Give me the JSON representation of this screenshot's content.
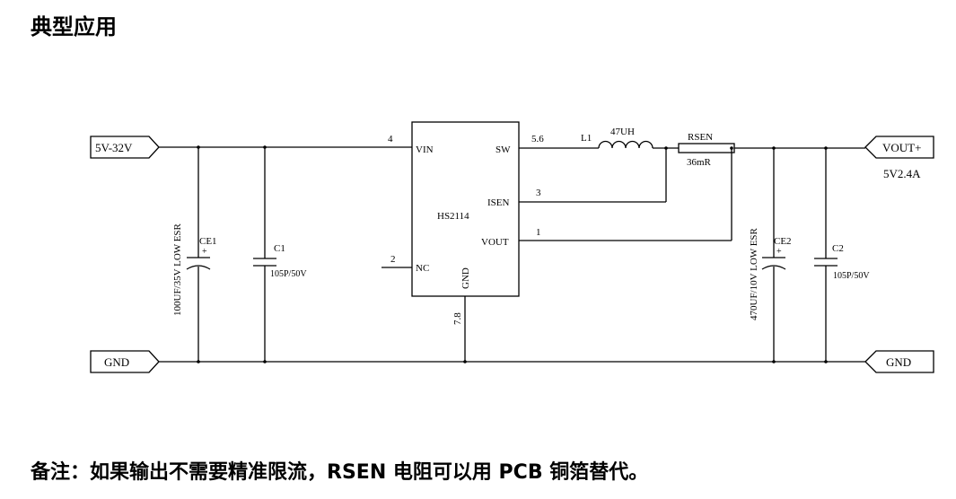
{
  "title": "典型应用",
  "ports": {
    "vin": "5V-32V",
    "gnd_left": "GND",
    "vout": "VOUT+",
    "gnd_right": "GND"
  },
  "output_spec": "5V2.4A",
  "chip": {
    "name": "HS2114",
    "pins": {
      "vin": "VIN",
      "sw": "SW",
      "isen": "ISEN",
      "vout": "VOUT",
      "nc": "NC",
      "gnd": "GND"
    },
    "pin_numbers": {
      "vin": "4",
      "sw": "5.6",
      "isen": "3",
      "vout": "1",
      "nc": "2",
      "gnd": "7.8"
    }
  },
  "components": {
    "l1": {
      "ref": "L1",
      "value": "47UH"
    },
    "rsen": {
      "ref": "RSEN",
      "value": "36mR"
    },
    "ce1": {
      "ref": "CE1",
      "value": "100UF/35V LOW ESR",
      "polarity": "+"
    },
    "c1": {
      "ref": "C1",
      "value": "105P/50V"
    },
    "ce2": {
      "ref": "CE2",
      "value": "470UF/10V LOW ESR",
      "polarity": "+"
    },
    "c2": {
      "ref": "C2",
      "value": "105P/50V"
    }
  },
  "note": "备注：如果输出不需要精准限流，RSEN 电阻可以用 PCB 铜箔替代。"
}
